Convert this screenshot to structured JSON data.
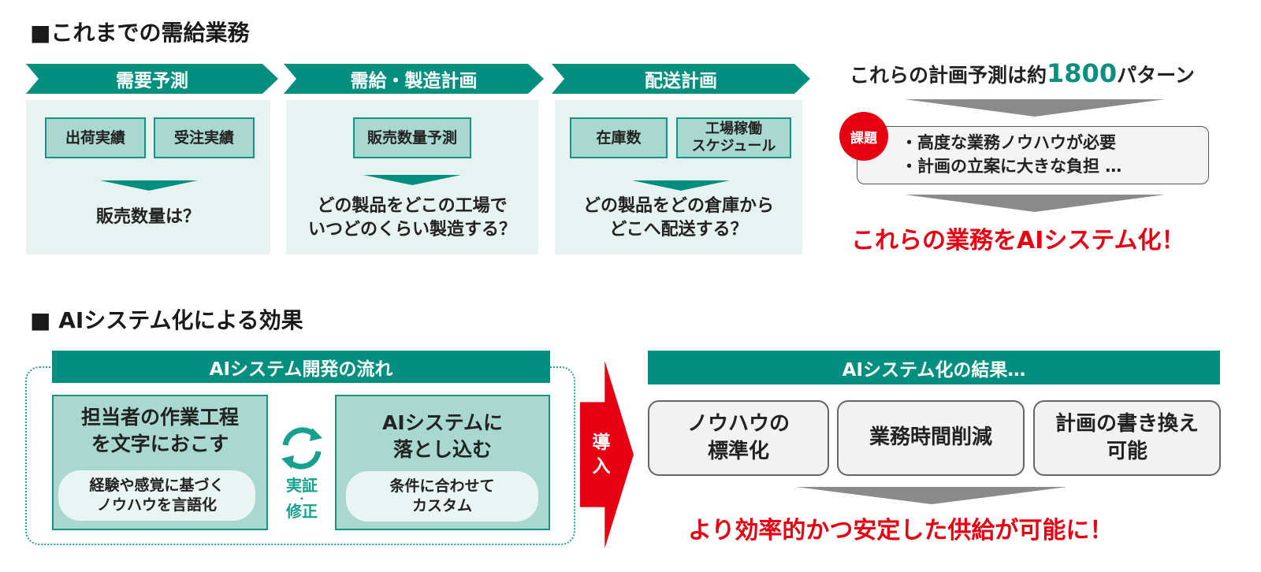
{
  "colors": {
    "teal": "#038f80",
    "teal_light": "#a9d8d0",
    "panel": "#e7f3f1",
    "red": "#e60012",
    "gray_arrow": "#8a8a8a"
  },
  "top": {
    "title": "■これまでの需給業務",
    "steps": [
      {
        "label": "需要予測",
        "boxes": [
          "出荷実績",
          "受注実績"
        ],
        "question": [
          "販売数量は？"
        ]
      },
      {
        "label": "需給・製造計画",
        "boxes": [
          "販売数量予測"
        ],
        "question": [
          "どの製品をどこの工場で",
          "いつどのくらい製造する？"
        ]
      },
      {
        "label": "配送計画",
        "boxes": [
          "在庫数",
          "工場稼働\nスケジュール"
        ],
        "question": [
          "どの製品をどの倉庫から",
          "どこへ配送する？"
        ]
      }
    ],
    "summary": {
      "patterns_prefix": "これらの計画予測は約",
      "patterns_number": "1800",
      "patterns_suffix": "パターン",
      "issue_badge": "課題",
      "issues": [
        "・高度な業務ノウハウが必要",
        "・計画の立案に大きな負担 …"
      ],
      "conclusion": "これらの業務をAIシステム化！"
    }
  },
  "bottom": {
    "title": "■ AIシステム化による効果",
    "flow": {
      "header": "AIシステム開発の流れ",
      "left": {
        "title": [
          "担当者の作業工程",
          "を文字におこす"
        ],
        "pill": [
          "経験や感覚に基づく",
          "ノウハウを言語化"
        ]
      },
      "cycle": {
        "top": "実証",
        "dot": "・",
        "bottom": "修正"
      },
      "right": {
        "title": [
          "AIシステムに",
          "落とし込む"
        ],
        "pill": [
          "条件に合わせて",
          "カスタム"
        ]
      }
    },
    "intro_arrow": [
      "導",
      "入"
    ],
    "result": {
      "header": "AIシステム化の結果…",
      "boxes": [
        [
          "ノウハウの",
          "標準化"
        ],
        [
          "業務時間削減"
        ],
        [
          "計画の書き換え",
          "可能"
        ]
      ],
      "conclusion": "より効率的かつ安定した供給が可能に！"
    }
  }
}
